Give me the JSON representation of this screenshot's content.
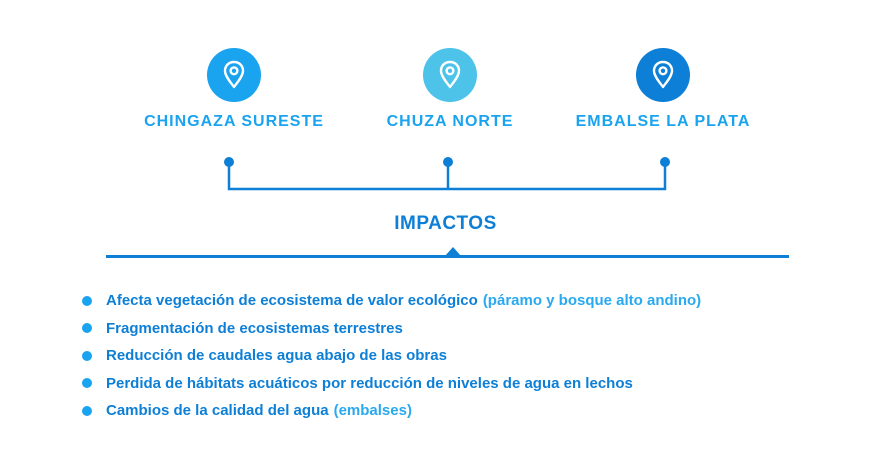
{
  "locations": [
    {
      "label": "CHINGAZA SURESTE",
      "icon": "map-pin-icon",
      "color": "#1aa3ef"
    },
    {
      "label": "CHUZA NORTE",
      "icon": "map-pin-icon",
      "color": "#4dc3ea"
    },
    {
      "label": "EMBALSE LA PLATA",
      "icon": "map-pin-icon",
      "color": "#0d7fd6"
    }
  ],
  "impacts": {
    "title": "IMPACTOS",
    "items": [
      {
        "text": "Afecta vegetación de ecosistema de valor ecológico",
        "highlight": "(páramo y bosque alto andino)"
      },
      {
        "text": "Fragmentación de ecosistemas terrestres",
        "highlight": ""
      },
      {
        "text": "Reducción de caudales agua abajo de las obras",
        "highlight": ""
      },
      {
        "text": "Perdida de hábitats acuáticos por reducción de niveles de agua en lechos",
        "highlight": ""
      },
      {
        "text": "Cambios de la calidad del agua",
        "highlight": "(embalses)"
      }
    ]
  },
  "colors": {
    "primary": "#0d7fd6",
    "accent": "#1aa3ef",
    "light": "#4dc3ea"
  }
}
